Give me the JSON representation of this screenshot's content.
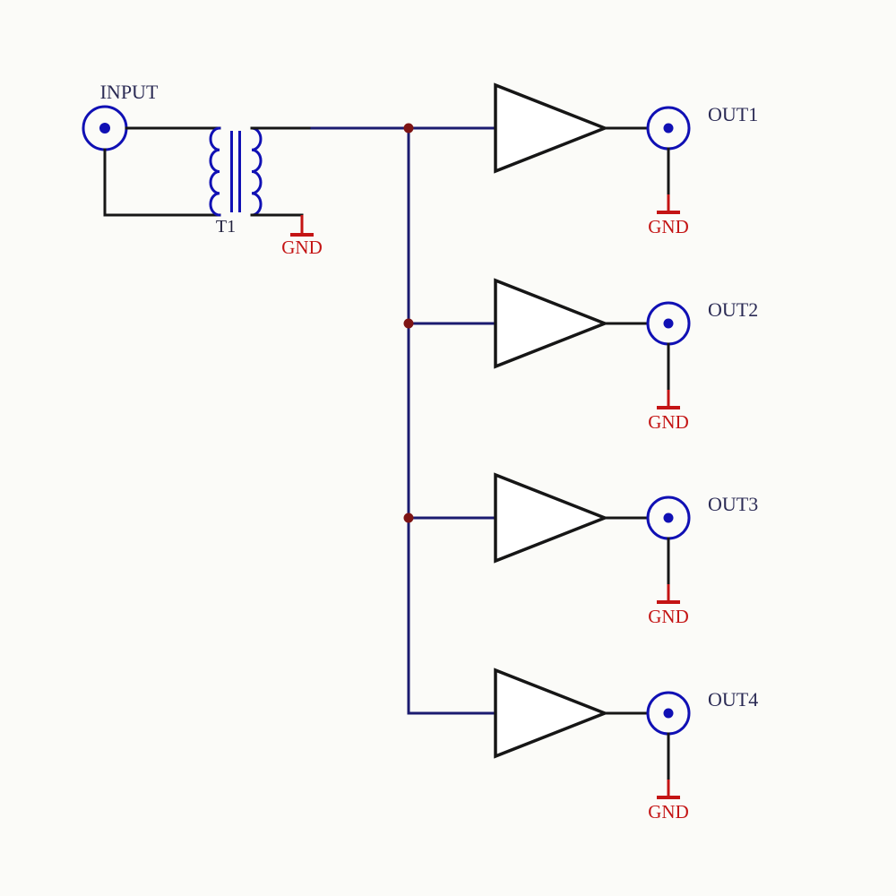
{
  "colors": {
    "background": "#fbfbf8",
    "wire_black": "#161616",
    "wire_navy": "#1b1b70",
    "device_blue": "#1010b4",
    "junction_maroon": "#7e1414",
    "ground_red": "#c41414",
    "label_navy": "#2b2b55",
    "label_dark": "#1f1f3c"
  },
  "input": {
    "label": "INPUT"
  },
  "transformer": {
    "label": "T1",
    "ground_label": "GND"
  },
  "outputs": [
    {
      "label": "OUT1",
      "ground_label": "GND"
    },
    {
      "label": "OUT2",
      "ground_label": "GND"
    },
    {
      "label": "OUT3",
      "ground_label": "GND"
    },
    {
      "label": "OUT4",
      "ground_label": "GND"
    }
  ]
}
